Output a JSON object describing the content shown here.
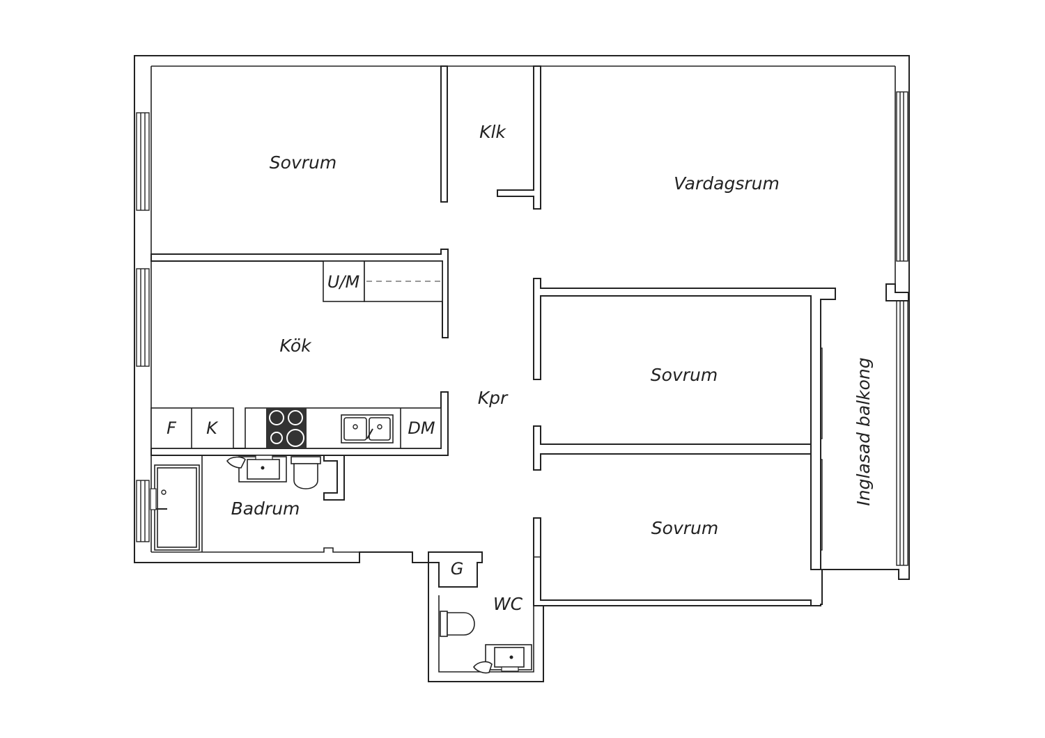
{
  "rooms": {
    "sovrum_top": "Sovrum",
    "klk": "Klk",
    "vardagsrum": "Vardagsrum",
    "kok": "Kök",
    "kpr": "Kpr",
    "sovrum_mid": "Sovrum",
    "sovrum_bottom": "Sovrum",
    "inglasad_balkong": "Inglasad balkong",
    "badrum": "Badrum",
    "wc": "WC"
  },
  "fixtures": {
    "um": "U/M",
    "f": "F",
    "k": "K",
    "dm": "DM",
    "g": "G"
  }
}
